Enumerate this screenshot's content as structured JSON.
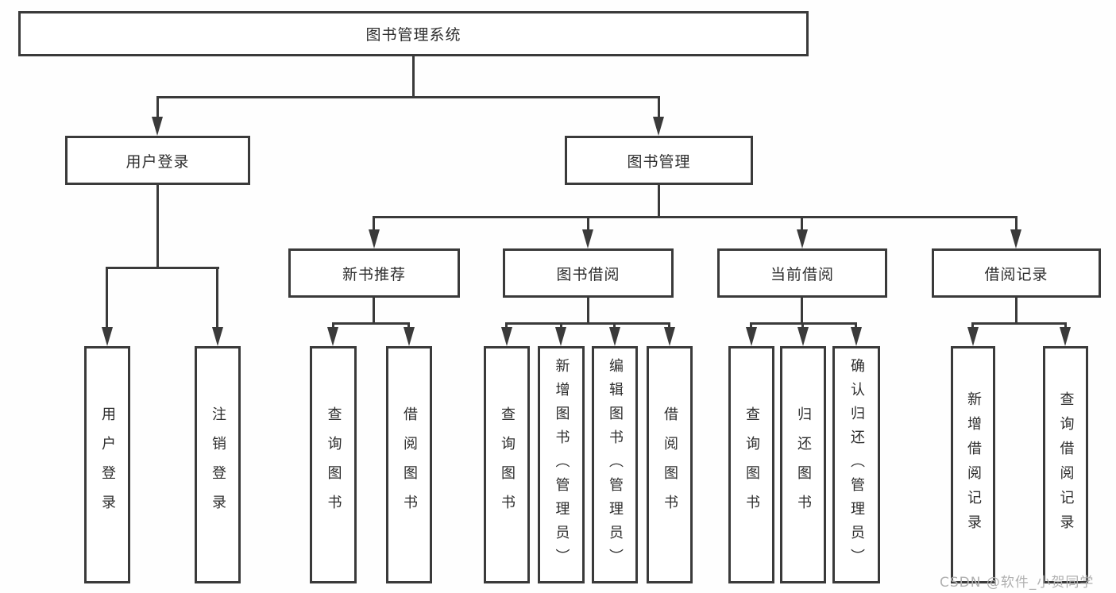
{
  "diagram": {
    "root": {
      "label": "图书管理系统"
    },
    "level2": [
      {
        "label": "用户登录",
        "children": [
          {
            "label": "用户登录"
          },
          {
            "label": "注销登录"
          }
        ]
      },
      {
        "label": "图书管理",
        "children": [
          {
            "label": "新书推荐",
            "children": [
              {
                "label": "查询图书"
              },
              {
                "label": "借阅图书"
              }
            ]
          },
          {
            "label": "图书借阅",
            "children": [
              {
                "label": "查询图书"
              },
              {
                "label": "新增图书（管理员）"
              },
              {
                "label": "编辑图书（管理员）"
              },
              {
                "label": "借阅图书"
              }
            ]
          },
          {
            "label": "当前借阅",
            "children": [
              {
                "label": "查询图书"
              },
              {
                "label": "归还图书"
              },
              {
                "label": "确认归还（管理员）"
              }
            ]
          },
          {
            "label": "借阅记录",
            "children": [
              {
                "label": "新增借阅记录"
              },
              {
                "label": "查询借阅记录"
              }
            ]
          }
        ]
      }
    ]
  },
  "watermark": {
    "text": "CSDN @软件_小贺同学"
  },
  "colors": {
    "line": "#3a3a3a",
    "box_border": "#3a3a3a",
    "text": "#2d2d2d",
    "watermark": "#b0b0b0",
    "background": "#fefefe"
  }
}
